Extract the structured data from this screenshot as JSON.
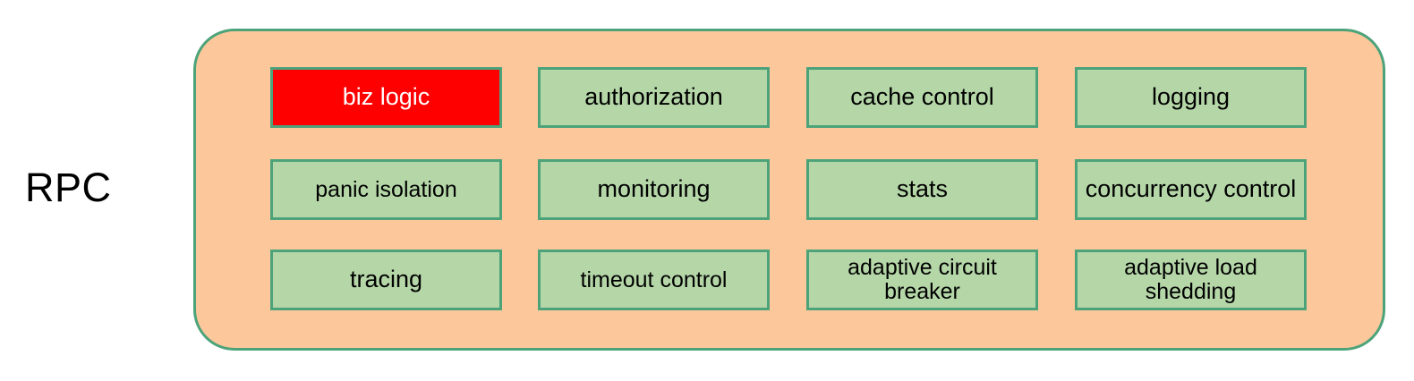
{
  "diagram": {
    "group_label": "RPC",
    "colors": {
      "container_fill": "#FCC89B",
      "container_border": "#4CA37A",
      "box_fill": "#B5D7A8",
      "box_border": "#4CA37A",
      "highlight_fill": "#FF0000",
      "highlight_text": "#FFFFFF",
      "text": "#000000",
      "page_background": "#FFFFFF"
    },
    "rows": [
      {
        "boxes": [
          {
            "label": "biz logic",
            "highlight": true
          },
          {
            "label": "authorization",
            "highlight": false
          },
          {
            "label": "cache control",
            "highlight": false
          },
          {
            "label": "logging",
            "highlight": false
          }
        ]
      },
      {
        "boxes": [
          {
            "label": "panic isolation",
            "highlight": false
          },
          {
            "label": "monitoring",
            "highlight": false
          },
          {
            "label": "stats",
            "highlight": false
          },
          {
            "label": "concurrency control",
            "highlight": false
          }
        ]
      },
      {
        "boxes": [
          {
            "label": "tracing",
            "highlight": false
          },
          {
            "label": "timeout control",
            "highlight": false
          },
          {
            "label": "adaptive circuit breaker",
            "highlight": false
          },
          {
            "label": "adaptive load shedding",
            "highlight": false
          }
        ]
      }
    ]
  }
}
